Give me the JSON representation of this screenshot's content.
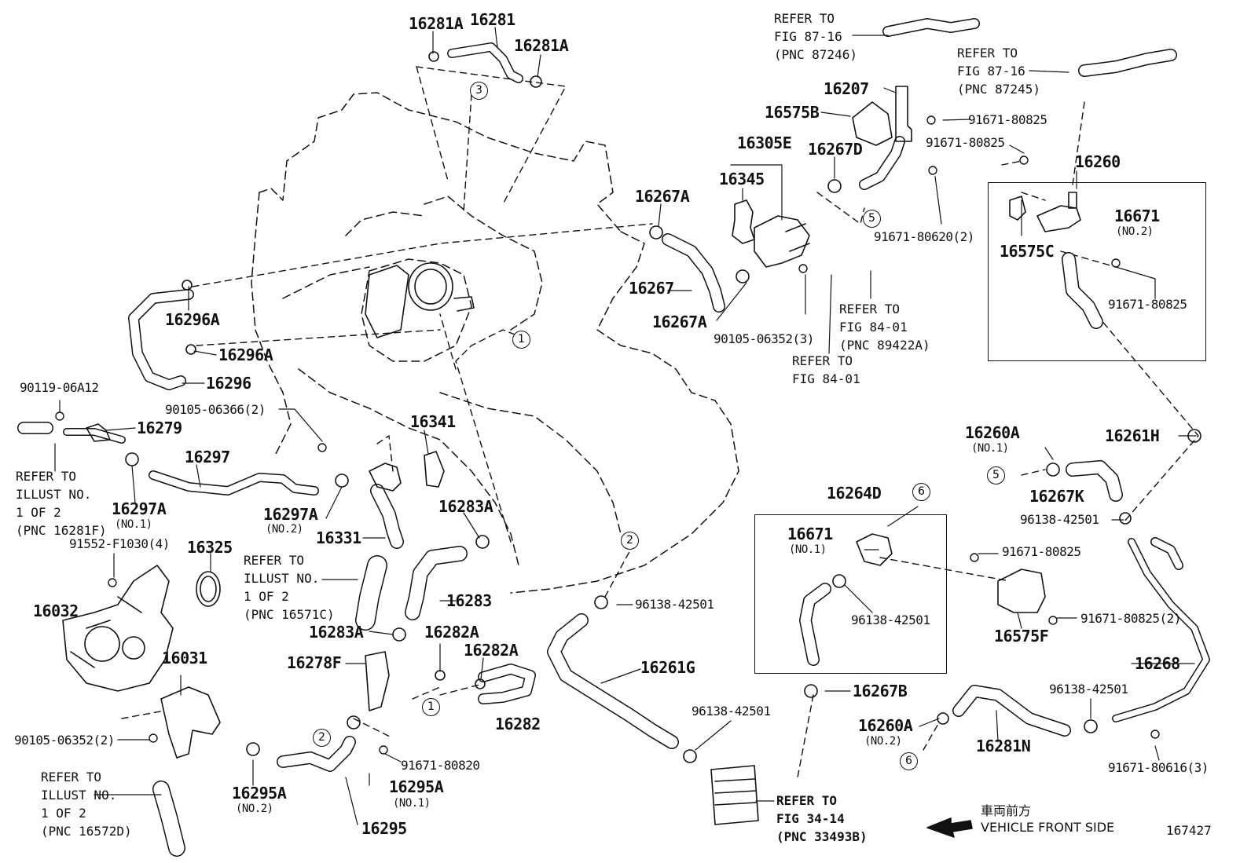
{
  "parts": {
    "p16281A_top": "16281A",
    "p16281": "16281",
    "p16281A_right": "16281A",
    "p16207": "16207",
    "p16575B": "16575B",
    "p16305E": "16305E",
    "p16267D": "16267D",
    "p16345": "16345",
    "p16267A_top": "16267A",
    "p16267": "16267",
    "p16267A_bot": "16267A",
    "p16260": "16260",
    "p16671_no2": "16671",
    "p16671_no2_sub": "(NO.2)",
    "p16575C": "16575C",
    "p16296A_1": "16296A",
    "p16296A_2": "16296A",
    "p16296": "16296",
    "p16279": "16279",
    "p16297": "16297",
    "p16297A_1": "16297A",
    "p16297A_1_sub": "(NO.1)",
    "p16297A_2": "16297A",
    "p16297A_2_sub": "(NO.2)",
    "p16341": "16341",
    "p16331": "16331",
    "p16283A_1": "16283A",
    "p16283": "16283",
    "p16283A_2": "16283A",
    "p16282A_1": "16282A",
    "p16282A_2": "16282A",
    "p16282": "16282",
    "p16278F": "16278F",
    "p16325": "16325",
    "p16032": "16032",
    "p16031": "16031",
    "p16295A_1": "16295A",
    "p16295A_1_sub": "(NO.2)",
    "p16295A_2": "16295A",
    "p16295A_2_sub": "(NO.1)",
    "p16295": "16295",
    "p16264D": "16264D",
    "p16671_no1": "16671",
    "p16671_no1_sub": "(NO.1)",
    "p16261G": "16261G",
    "p16267B": "16267B",
    "p16260A_1": "16260A",
    "p16260A_1_sub": "(NO.1)",
    "p16267K": "16267K",
    "p16261H": "16261H",
    "p16575F": "16575F",
    "p16268": "16268",
    "p16260A_2": "16260A",
    "p16260A_2_sub": "(NO.2)",
    "p16281N": "16281N"
  },
  "bolts": {
    "b91671_80825_a": "91671-80825",
    "b91671_80825_b": "91671-80825",
    "b91671_80620": "91671-80620(2)",
    "b91671_80825_c": "91671-80825",
    "b90105_06352_3": "90105-06352(3)",
    "b90119_06A12": "90119-06A12",
    "b90105_06366": "90105-06366(2)",
    "b91552_F1030": "91552-F1030(4)",
    "b90105_06352_2": "90105-06352(2)",
    "b91671_80820": "91671-80820",
    "b96138_42501_a": "96138-42501",
    "b96138_42501_b": "96138-42501",
    "b96138_42501_c": "96138-42501",
    "b96138_42501_d": "96138-42501",
    "b96138_42501_e": "96138-42501",
    "b91671_80825_d": "91671-80825",
    "b91671_80825_2": "91671-80825(2)",
    "b91671_80616": "91671-80616(3)"
  },
  "refs": {
    "r_fig8716_a": "REFER TO\nFIG 87-16\n(PNC 87246)",
    "r_fig8716_b": "REFER TO\nFIG 87-16\n(PNC 87245)",
    "r_fig8401_a": "REFER TO\nFIG 84-01\n(PNC 89422A)",
    "r_fig8401_b": "REFER TO\nFIG 84-01",
    "r_illust_16281F": "REFER TO\nILLUST NO.\n1 OF 2\n(PNC 16281F)",
    "r_illust_16571C": "REFER TO\nILLUST NO.\n1 OF 2\n(PNC 16571C)",
    "r_illust_16572D": "REFER TO\nILLUST NO.\n1 OF 2\n(PNC 16572D)",
    "r_fig3414": "REFER TO\nFIG 34-14\n(PNC 33493B)"
  },
  "circles": {
    "c1a": "1",
    "c1b": "1",
    "c2a": "2",
    "c2b": "2",
    "c3": "3",
    "c5a": "5",
    "c5b": "5",
    "c6a": "6",
    "c6b": "6"
  },
  "vehicle_front_jp": "車両前方",
  "vehicle_front_en": "VEHICLE FRONT SIDE",
  "illustration_no": "167427"
}
